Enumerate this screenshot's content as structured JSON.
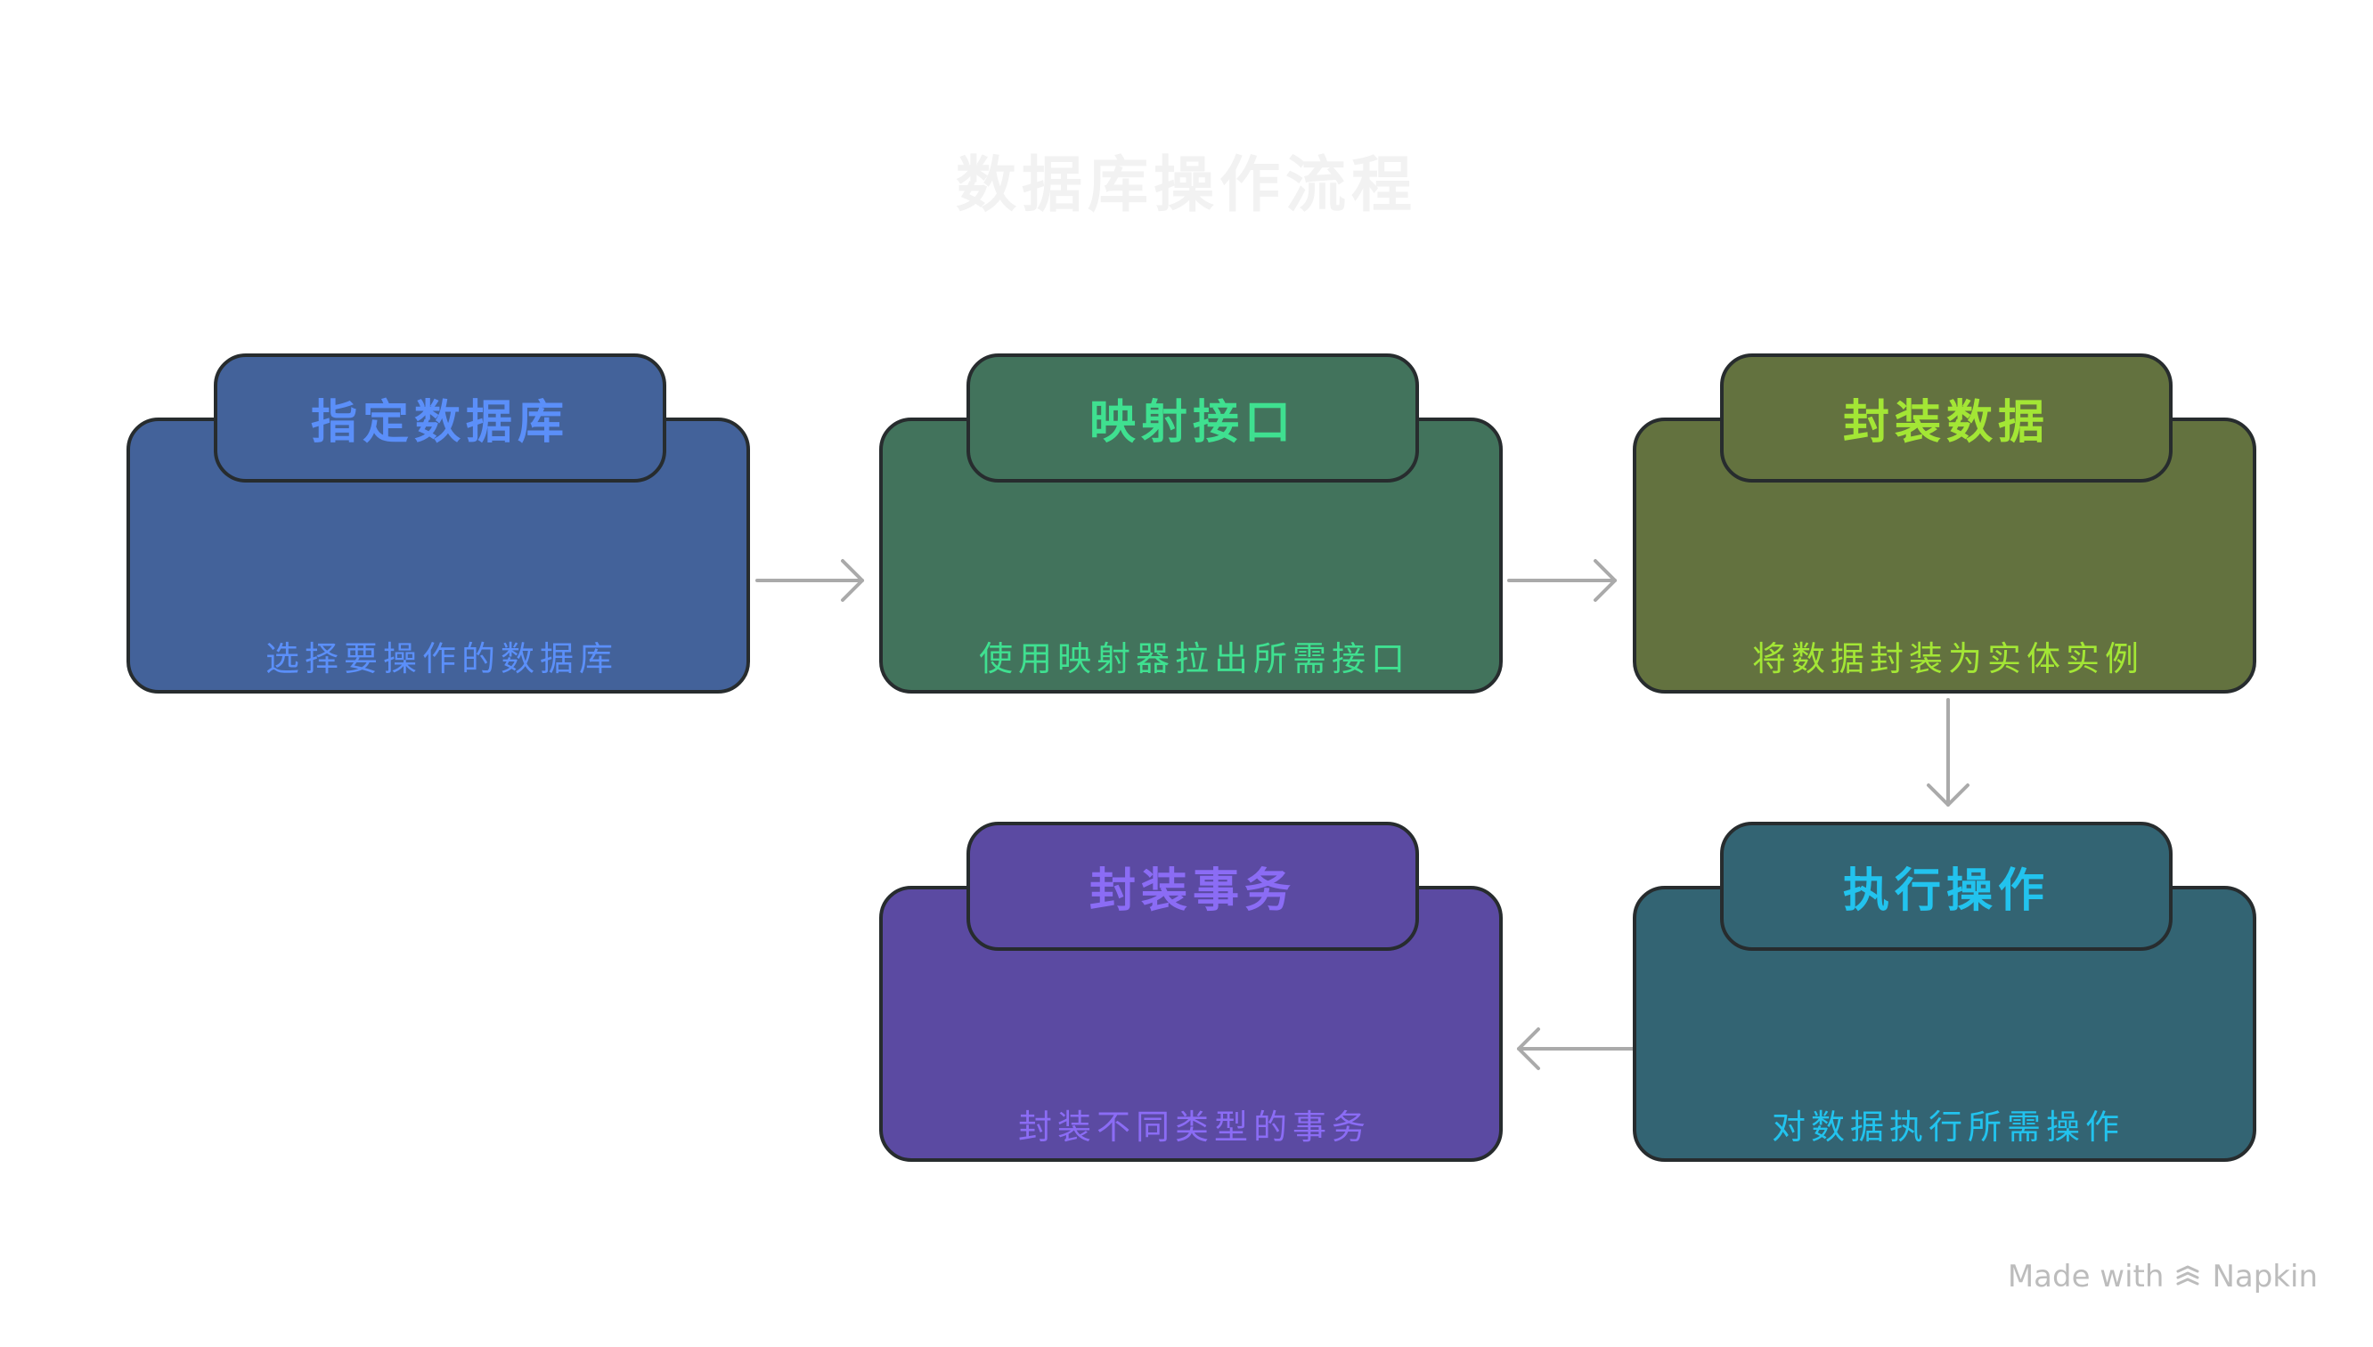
{
  "title": "数据库操作流程",
  "steps": [
    {
      "title": "指定数据库",
      "desc": "选择要操作的数据库",
      "fill": "#43629a",
      "text_color": "#5b8ff9"
    },
    {
      "title": "映射接口",
      "desc": "使用映射器拉出所需接口",
      "fill": "#42735c",
      "text_color": "#3fe090"
    },
    {
      "title": "封装数据",
      "desc": "将数据封装为实体实例",
      "fill": "#63723f",
      "text_color": "#a3e635"
    },
    {
      "title": "执行操作",
      "desc": "对数据执行所需操作",
      "fill": "#336473",
      "text_color": "#22c3ee"
    },
    {
      "title": "封装事务",
      "desc": "封装不同类型的事务",
      "fill": "#5b4aa2",
      "text_color": "#8b6cf5"
    }
  ],
  "edges": [
    {
      "from": "指定数据库",
      "to": "映射接口"
    },
    {
      "from": "映射接口",
      "to": "封装数据"
    },
    {
      "from": "封装数据",
      "to": "执行操作"
    },
    {
      "from": "执行操作",
      "to": "封装事务"
    }
  ],
  "colors": {
    "border": "#272c2e",
    "arrow": "#aaaaaa",
    "title": "#f2f2f2",
    "footer": "#bcbcbc"
  },
  "footer": {
    "made_with": "Made with",
    "brand": "Napkin",
    "icon": "napkin-logo-icon"
  }
}
